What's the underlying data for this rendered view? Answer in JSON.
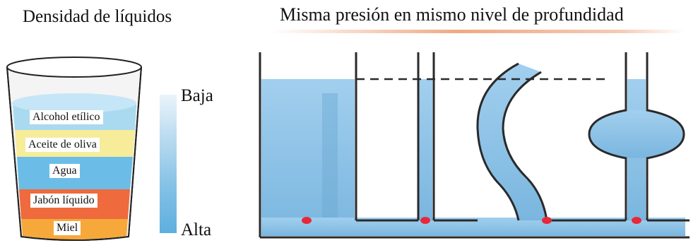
{
  "density": {
    "title": "Densidad de líquidos",
    "layers": [
      {
        "label": "Alcohol etílico",
        "color": "#a9daf0"
      },
      {
        "label": "Aceite de oliva",
        "color": "#f6ec9a"
      },
      {
        "label": "Agua",
        "color": "#6bbde8"
      },
      {
        "label": "Jabón líquido",
        "color": "#ef6a3c"
      },
      {
        "label": "Miel",
        "color": "#f6a93a"
      }
    ],
    "scale": {
      "top": "Baja",
      "bottom": "Alta"
    }
  },
  "pressure": {
    "title": "Misma presión en mismo nivel de profundidad",
    "liquid_color": "#8ec3e6",
    "dot_color": "#e8283a"
  }
}
